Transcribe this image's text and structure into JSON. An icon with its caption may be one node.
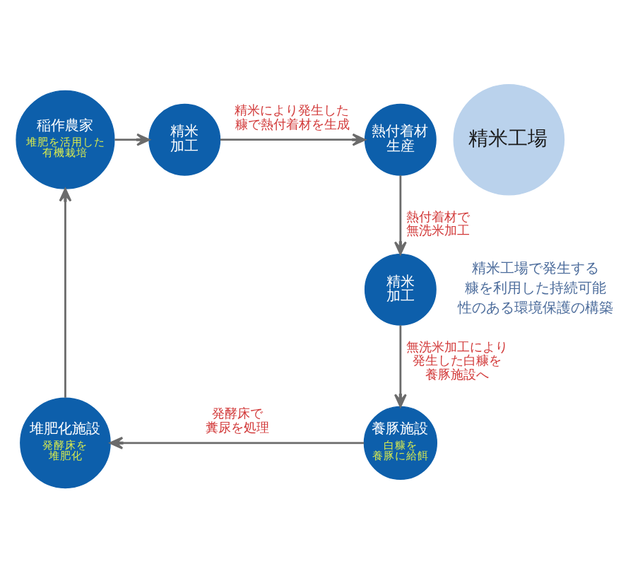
{
  "diagram": {
    "nodes": [
      {
        "text": [
          "稲作農家",
          "堆肥を活用した有機栽培"
        ]
      },
      {
        "text": [
          "精米工場"
        ]
      },
      {
        "text": [
          "精米加工"
        ]
      },
      {
        "text": [
          "熱付着材生産"
        ]
      },
      {
        "text": [
          "精米加工"
        ]
      },
      {
        "text": [
          "養豚施設",
          "白糠を養豚に給餌"
        ]
      },
      {
        "text": [
          "堆肥化施設",
          "発酵床を堆肥化"
        ]
      }
    ],
    "edges": [
      {
        "from": 0,
        "to": 2,
        "arrow": "to"
      },
      {
        "from": 2,
        "to": 3,
        "arrow": "to",
        "label": "精米により発生した糠で熱付着材を生成"
      },
      {
        "from": 3,
        "to": 4,
        "arrow": "to",
        "label": "熱付着材で無洗米加工"
      },
      {
        "from": 4,
        "to": 5,
        "arrow": "to",
        "label": "無洗米加工により発生した白糠を養豚施設へ"
      },
      {
        "from": 5,
        "to": 6,
        "arrow": "to",
        "label": "発酵床で糞尿を処理"
      },
      {
        "from": 6,
        "to": 0,
        "arrow": "to"
      }
    ],
    "labels": [
      "精米工場で発生する糠を利用した持続可能性のある環境保護の構築"
    ]
  }
}
